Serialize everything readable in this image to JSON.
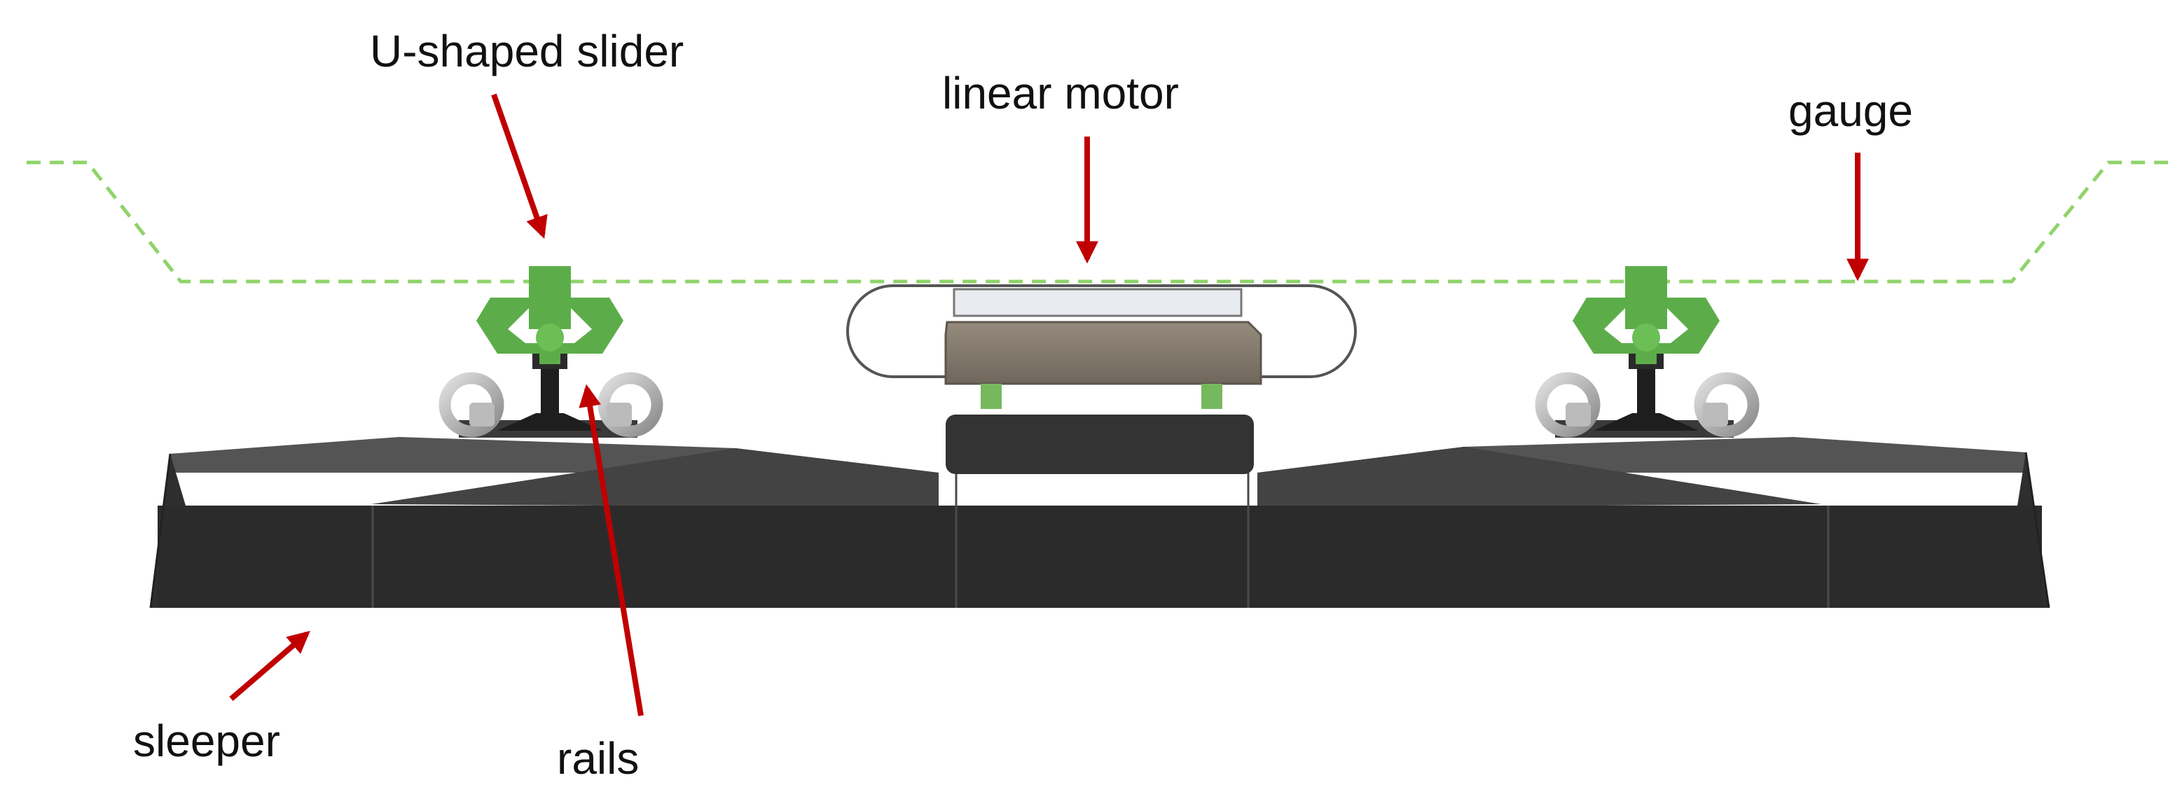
{
  "labels": {
    "u_shaped_slider": "U-shaped slider",
    "linear_motor": "linear motor",
    "gauge": "gauge",
    "sleeper": "sleeper",
    "rails": "rails"
  },
  "colors": {
    "arrow": "#c00000",
    "gauge_line": "#8fd36a",
    "slider_green": "#5cad4a",
    "concrete_dark": "#2e2e2e",
    "concrete_top": "#545454",
    "motor_body": "#857b6e",
    "fastener_steel": "#a9a9a9"
  },
  "icons": {
    "arrow": "arrow-icon"
  }
}
